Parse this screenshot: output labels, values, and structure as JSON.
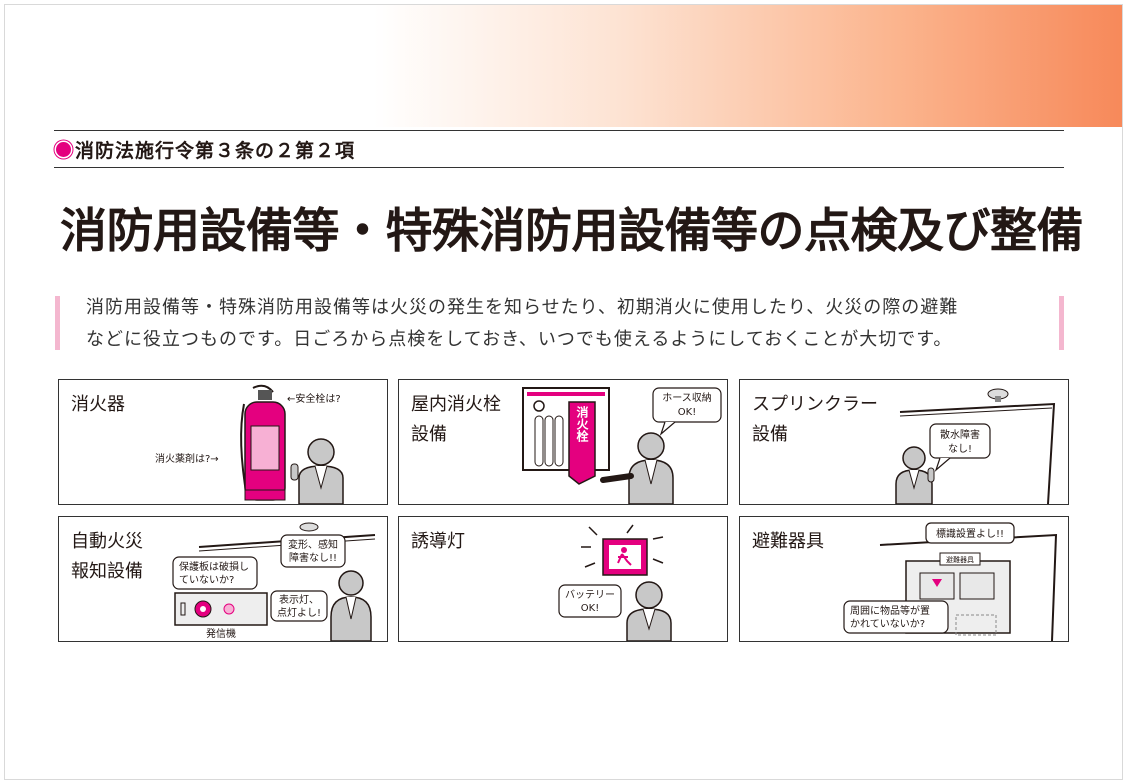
{
  "law_reference": "消防法施行令第３条の２第２項",
  "title": "消防用設備等・特殊消防用設備等の点検及び整備",
  "intro": {
    "line1": "消防用設備等・特殊消防用設備等は火災の発生を知らせたり、初期消火に使用したり、火災の際の避難",
    "line2": "などに役立つものです。日ごろから点検をしておき、いつでも使えるようにしておくことが大切です。"
  },
  "cards": [
    {
      "title": "消火器",
      "labels": {
        "pin": "←安全栓は?",
        "agent": "消火薬剤は?→"
      }
    },
    {
      "title": "屋内消火栓\n設備",
      "labels": {
        "hose1": "ホース収納",
        "hose2": "OK!",
        "sign": "消火栓"
      }
    },
    {
      "title": "スプリンクラー\n設備",
      "labels": {
        "b1": "散水障害",
        "b2": "なし!"
      }
    },
    {
      "title": "自動火災\n報知設備",
      "labels": {
        "s1": "変形、感知",
        "s2": "障害なし!!",
        "c1": "保護板は破損し",
        "c2": "ていないか?",
        "l1": "表示灯、",
        "l2": "点灯よし!",
        "panel": "発信機"
      }
    },
    {
      "title": "誘導灯",
      "labels": {
        "b1": "バッテリー",
        "b2": "OK!"
      }
    },
    {
      "title": "避難器具",
      "labels": {
        "top": "標識設置よし!!",
        "sign": "避難器具",
        "q1": "周囲に物品等が置",
        "q2": "かれていないか?"
      }
    }
  ],
  "colors": {
    "accent": "#e4007f",
    "text": "#231815",
    "gradient_end": "#f7895a"
  }
}
